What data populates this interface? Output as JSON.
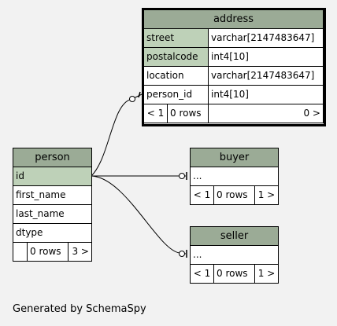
{
  "tables": {
    "address": {
      "name": "address",
      "columns": [
        {
          "name": "street",
          "type": "varchar[2147483647]"
        },
        {
          "name": "postalcode",
          "type": "int4[10]"
        },
        {
          "name": "location",
          "type": "varchar[2147483647]"
        },
        {
          "name": "person_id",
          "type": "int4[10]"
        }
      ],
      "footer": {
        "prev": "< 1",
        "rows": "0 rows",
        "next": "0 >"
      }
    },
    "person": {
      "name": "person",
      "columns": [
        "id",
        "first_name",
        "last_name",
        "dtype"
      ],
      "footer": {
        "prev": "",
        "rows": "0 rows",
        "next": "3 >"
      }
    },
    "buyer": {
      "name": "buyer",
      "columns": [
        "..."
      ],
      "footer": {
        "prev": "< 1",
        "rows": "0 rows",
        "next": "1 >"
      }
    },
    "seller": {
      "name": "seller",
      "columns": [
        "..."
      ],
      "footer": {
        "prev": "< 1",
        "rows": "0 rows",
        "next": "1 >"
      }
    }
  },
  "relationships": [
    {
      "from": "person.id",
      "to": "address.person_id"
    },
    {
      "from": "person.id",
      "to": "buyer"
    },
    {
      "from": "person.id",
      "to": "seller"
    }
  ],
  "colors": {
    "header": "#9bab96",
    "key_cell": "#bed1b8",
    "background": "#f2f2f2"
  },
  "footer_text": "Generated by SchemaSpy"
}
